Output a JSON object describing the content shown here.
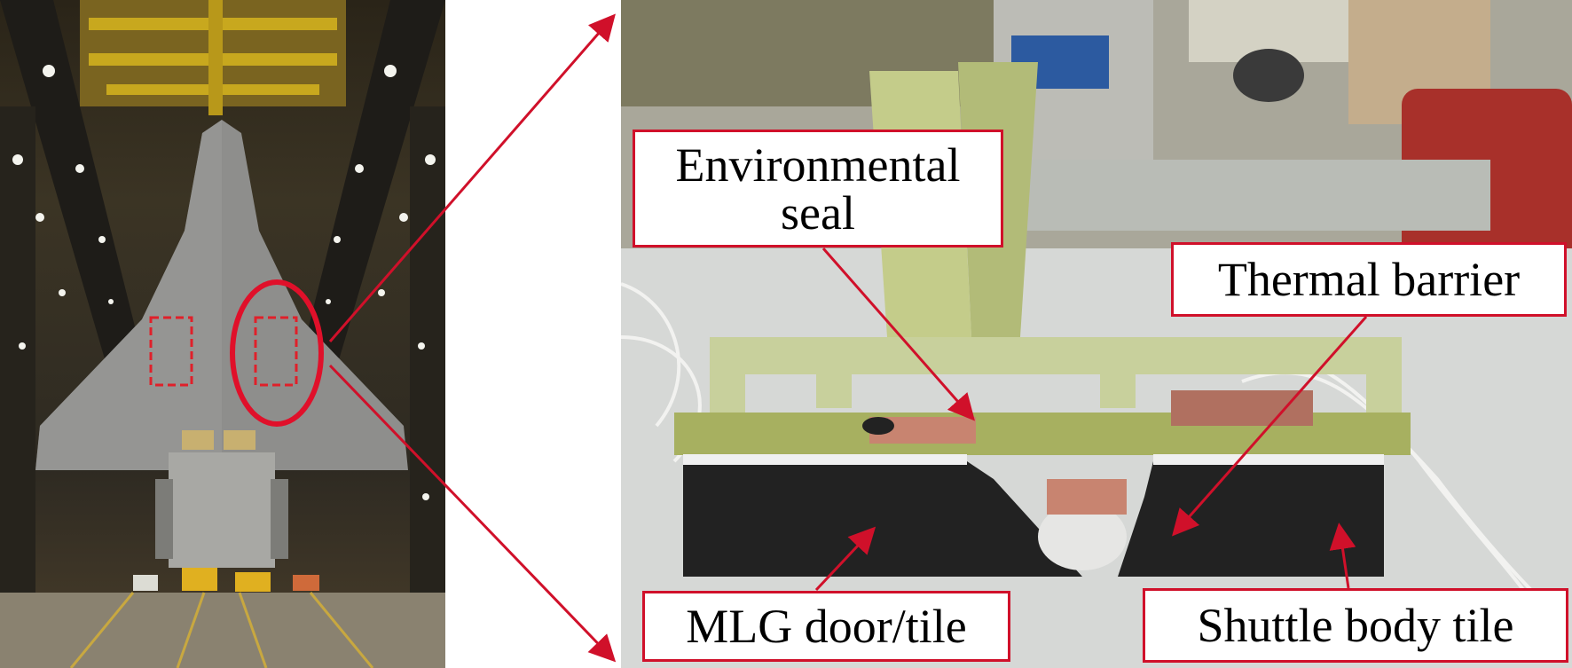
{
  "labels": {
    "environmental_seal": [
      "Environmental",
      "seal"
    ],
    "thermal_barrier": "Thermal barrier",
    "mlg_door_tile": "MLG door/tile",
    "shuttle_body_tile": "Shuttle body tile"
  },
  "colors": {
    "accent": "#d0102a",
    "label_background": "#ffffff",
    "label_text": "#000000"
  }
}
